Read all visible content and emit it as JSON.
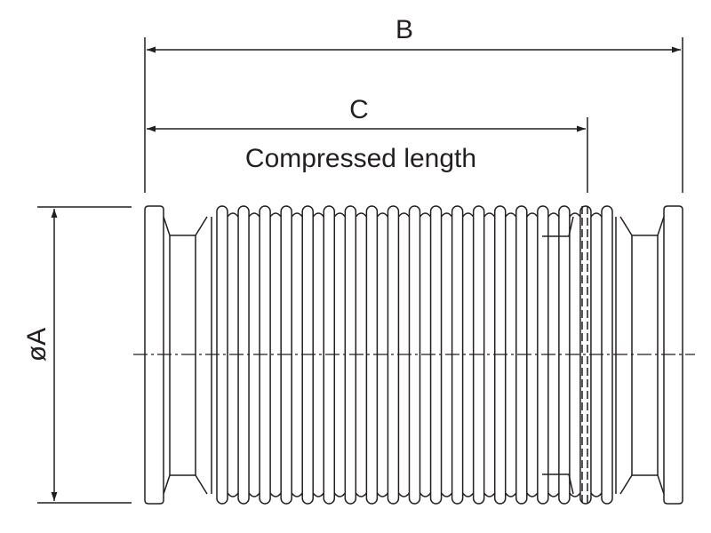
{
  "labels": {
    "dim_b": "B",
    "dim_c": "C",
    "compressed": "Compressed length",
    "dim_a": "øA"
  },
  "bellows": {
    "convolution_count": 19
  },
  "colors": {
    "line": "#231f20",
    "background": "#ffffff"
  }
}
